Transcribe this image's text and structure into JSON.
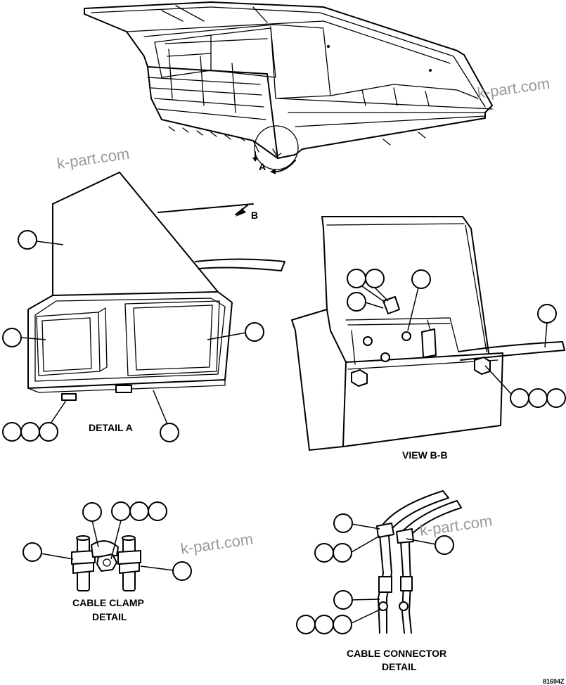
{
  "watermark": "k-part.com",
  "view_labels": {
    "detail_a": "DETAIL A",
    "view_bb": "VIEW B-B",
    "cable_clamp_line1": "CABLE CLAMP",
    "cable_clamp_line2": "DETAIL",
    "cable_connector_line1": "CABLE CONNECTOR",
    "cable_connector_line2": "DETAIL"
  },
  "callouts": {
    "arrow_a": "A",
    "arrow_b": "B"
  },
  "drawing_number": "81694Z"
}
